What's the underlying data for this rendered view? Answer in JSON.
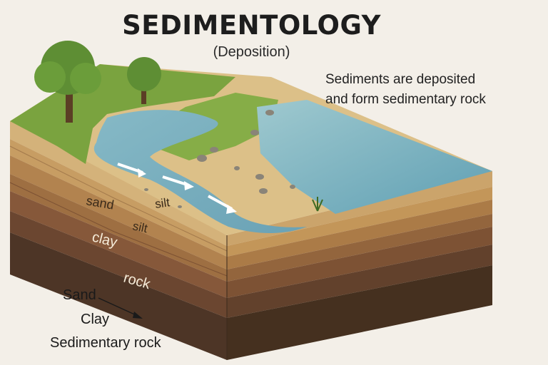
{
  "title": "SEDIMENTOLOGY",
  "subtitle": "(Deposition)",
  "note_line1": "Sediments are deposited",
  "note_line2": "and form sedimentary rock",
  "layer_labels": {
    "sand": "sand",
    "silt_top": "silt",
    "silt": "silt",
    "clay": "clay",
    "rock": "rock"
  },
  "legend": {
    "sand": "Sand",
    "clay": "Clay",
    "sedimentary_rock": "Sedimentary rock"
  },
  "colors": {
    "grass": "#7aa33f",
    "sand": "#dcc088",
    "water": "#7fb6c4",
    "clay": "#8a5c38",
    "rock": "#4f3a2a"
  }
}
